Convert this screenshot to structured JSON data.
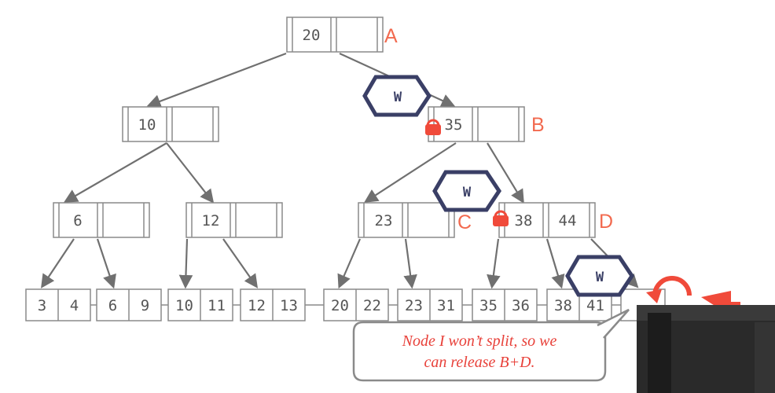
{
  "colors": {
    "node_border": "#8a8a8a",
    "edge": "#707070",
    "node_tag": "#f26a4f",
    "latch_border": "#3a3f66",
    "lock": "#f04a3a",
    "callout_text": "#e8413a",
    "callout_border": "#8a8a8a",
    "webcam": "#2a2a2a"
  },
  "inner_nodes": [
    {
      "id": "root",
      "key": "20",
      "tag": "A"
    },
    {
      "id": "left",
      "key": "10",
      "tag": ""
    },
    {
      "id": "right",
      "key": "35",
      "tag": "B"
    },
    {
      "id": "ll",
      "key": "6",
      "tag": ""
    },
    {
      "id": "lr",
      "key": "12",
      "tag": ""
    },
    {
      "id": "rl",
      "key": "23",
      "tag": "C"
    },
    {
      "id": "rr",
      "key": "38",
      "key2": "44",
      "tag": "D"
    }
  ],
  "leaves": [
    {
      "k1": "3",
      "k2": "4"
    },
    {
      "k1": "6",
      "k2": "9"
    },
    {
      "k1": "10",
      "k2": "11"
    },
    {
      "k1": "12",
      "k2": "13"
    },
    {
      "k1": "20",
      "k2": "22"
    },
    {
      "k1": "23",
      "k2": "31"
    },
    {
      "k1": "35",
      "k2": "36"
    },
    {
      "k1": "38",
      "k2": "41"
    },
    {
      "k1": "",
      "k2": ""
    }
  ],
  "latches": [
    {
      "label": "W"
    },
    {
      "label": "W"
    },
    {
      "label": "W"
    }
  ],
  "callout": {
    "line1": "Node I won’t split, so we",
    "line2": "can release B+D."
  },
  "icons": [
    "lock-icon",
    "undo-arrow-icon",
    "pointer-arrow-icon",
    "webcam-overlay"
  ]
}
